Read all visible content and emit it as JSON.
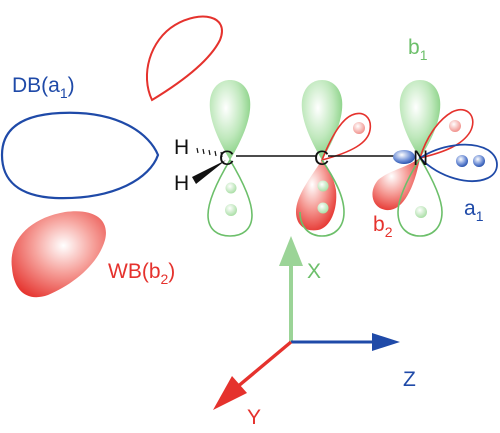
{
  "colors": {
    "green": "#6cbf6a",
    "green_fill": "#cfeecb",
    "red": "#e5322d",
    "red_fill": "#f7b7b3",
    "blue": "#1f4aa8",
    "black": "#111111"
  },
  "labels": {
    "db": "DB(a",
    "db_sub": "1",
    "db_close": ")",
    "wb": "WB(b",
    "wb_sub": "2",
    "wb_close": ")",
    "b1": "b",
    "b1_sub": "1",
    "b2": "b",
    "b2_sub": "2",
    "a1": "a",
    "a1_sub": "1",
    "h_top": "H",
    "h_bottom": "H",
    "c_left": "C",
    "c_mid": "C",
    "n": "N",
    "x_axis": "X",
    "y_axis": "Y",
    "z_axis": "Z"
  }
}
